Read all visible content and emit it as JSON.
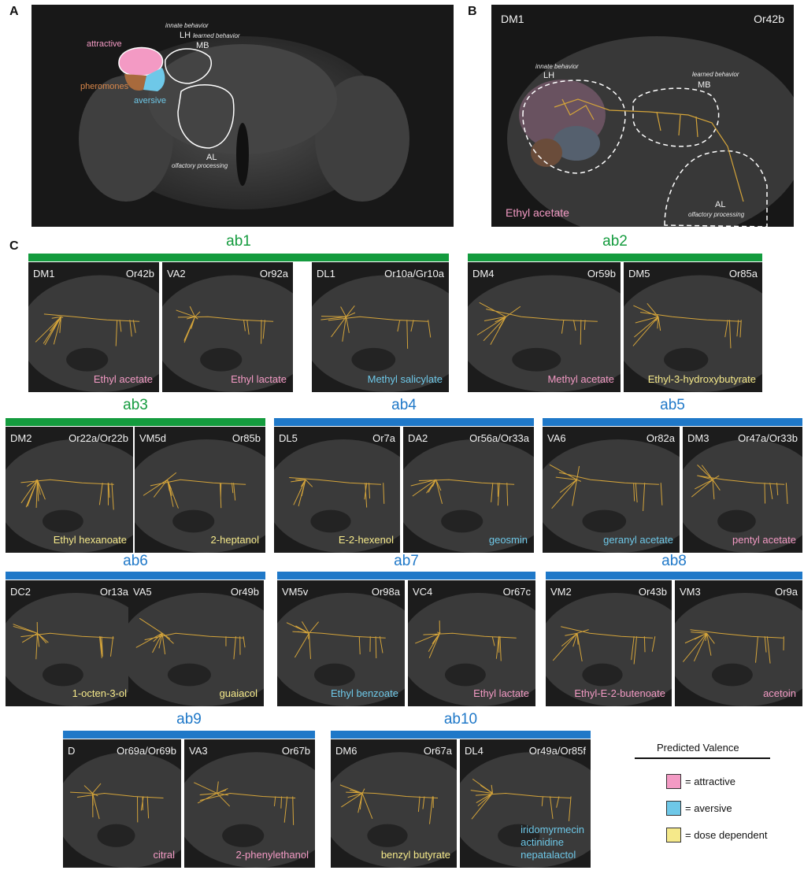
{
  "colors": {
    "attractive": "#f39ac4",
    "aversive": "#6ec8e8",
    "dose": "#f5e98a",
    "green": "#149b3e",
    "blue": "#1f78c8",
    "neuron": "#d4a43a"
  },
  "panel_labels": {
    "a": "A",
    "b": "B",
    "c": "C"
  },
  "panelA": {
    "innate": "innate behavior",
    "lh": "LH",
    "learned": "learned behavior",
    "mb": "MB",
    "attractive": "attractive",
    "pheromones": "pheromones",
    "aversive": "aversive",
    "al": "AL",
    "olfactory": "olfactory processing"
  },
  "panelB": {
    "glom": "DM1",
    "receptor": "Or42b",
    "innate": "innate behavior",
    "lh": "LH",
    "learned": "learned behavior",
    "mb": "MB",
    "al": "AL",
    "olfactory": "olfactory processing",
    "odor": "Ethyl acetate"
  },
  "groups": [
    {
      "name": "ab1",
      "color": "blue_false",
      "panels": [
        {
          "glom": "DM1",
          "receptor": "Or42b",
          "odor": [
            "Ethyl acetate"
          ],
          "valence": "attractive"
        },
        {
          "glom": "VA2",
          "receptor": "Or92a",
          "odor": [
            "Ethyl lactate"
          ],
          "valence": "attractive"
        },
        {
          "glom": "DL1",
          "receptor": "Or10a/Gr10a",
          "odor": [
            "Methyl salicylate"
          ],
          "valence": "aversive"
        }
      ]
    },
    {
      "name": "ab2",
      "panels": [
        {
          "glom": "DM4",
          "receptor": "Or59b",
          "odor": [
            "Methyl acetate"
          ],
          "valence": "attractive"
        },
        {
          "glom": "DM5",
          "receptor": "Or85a",
          "odor": [
            "Ethyl-3-hydroxybutyrate"
          ],
          "valence": "dose"
        }
      ]
    },
    {
      "name": "ab3",
      "panels": [
        {
          "glom": "DM2",
          "receptor": "Or22a/Or22b",
          "odor": [
            "Ethyl hexanoate"
          ],
          "valence": "dose"
        },
        {
          "glom": "VM5d",
          "receptor": "Or85b",
          "odor": [
            "2-heptanol"
          ],
          "valence": "dose"
        }
      ]
    },
    {
      "name": "ab4",
      "panels": [
        {
          "glom": "DL5",
          "receptor": "Or7a",
          "odor": [
            "E-2-hexenol"
          ],
          "valence": "dose"
        },
        {
          "glom": "DA2",
          "receptor": "Or56a/Or33a",
          "odor": [
            "geosmin"
          ],
          "valence": "aversive"
        }
      ]
    },
    {
      "name": "ab5",
      "panels": [
        {
          "glom": "VA6",
          "receptor": "Or82a",
          "odor": [
            "geranyl acetate"
          ],
          "valence": "aversive"
        },
        {
          "glom": "DM3",
          "receptor": "Or47a/Or33b",
          "odor": [
            "pentyl acetate"
          ],
          "valence": "attractive"
        }
      ]
    },
    {
      "name": "ab6",
      "panels": [
        {
          "glom": "DC2",
          "receptor": "Or13a",
          "odor": [
            "1-octen-3-ol"
          ],
          "valence": "dose"
        },
        {
          "glom": "VA5",
          "receptor": "Or49b",
          "odor": [
            "guaiacol"
          ],
          "valence": "dose"
        }
      ]
    },
    {
      "name": "ab7",
      "panels": [
        {
          "glom": "VM5v",
          "receptor": "Or98a",
          "odor": [
            "Ethyl benzoate"
          ],
          "valence": "aversive"
        },
        {
          "glom": "VC4",
          "receptor": "Or67c",
          "odor": [
            "Ethyl lactate"
          ],
          "valence": "attractive"
        }
      ]
    },
    {
      "name": "ab8",
      "panels": [
        {
          "glom": "VM2",
          "receptor": "Or43b",
          "odor": [
            "Ethyl-E-2-butenoate"
          ],
          "valence": "attractive"
        },
        {
          "glom": "VM3",
          "receptor": "Or9a",
          "odor": [
            "acetoin"
          ],
          "valence": "attractive"
        }
      ]
    },
    {
      "name": "ab9",
      "panels": [
        {
          "glom": "D",
          "receptor": "Or69a/Or69b",
          "odor": [
            "citral"
          ],
          "valence": "attractive"
        },
        {
          "glom": "VA3",
          "receptor": "Or67b",
          "odor": [
            "2-phenylethanol"
          ],
          "valence": "attractive"
        }
      ]
    },
    {
      "name": "ab10",
      "panels": [
        {
          "glom": "DM6",
          "receptor": "Or67a",
          "odor": [
            "benzyl butyrate"
          ],
          "valence": "dose"
        },
        {
          "glom": "DL4",
          "receptor": "Or49a/Or85f",
          "odor": [
            "iridomyrmecin",
            "actinidine",
            "nepatalactol"
          ],
          "valence": "aversive"
        }
      ]
    }
  ],
  "legend": {
    "title": "Predicted Valence",
    "items": [
      {
        "label": "= attractive",
        "valence": "attractive"
      },
      {
        "label": "= aversive",
        "valence": "aversive"
      },
      {
        "label": "= dose dependent",
        "valence": "dose"
      }
    ]
  }
}
